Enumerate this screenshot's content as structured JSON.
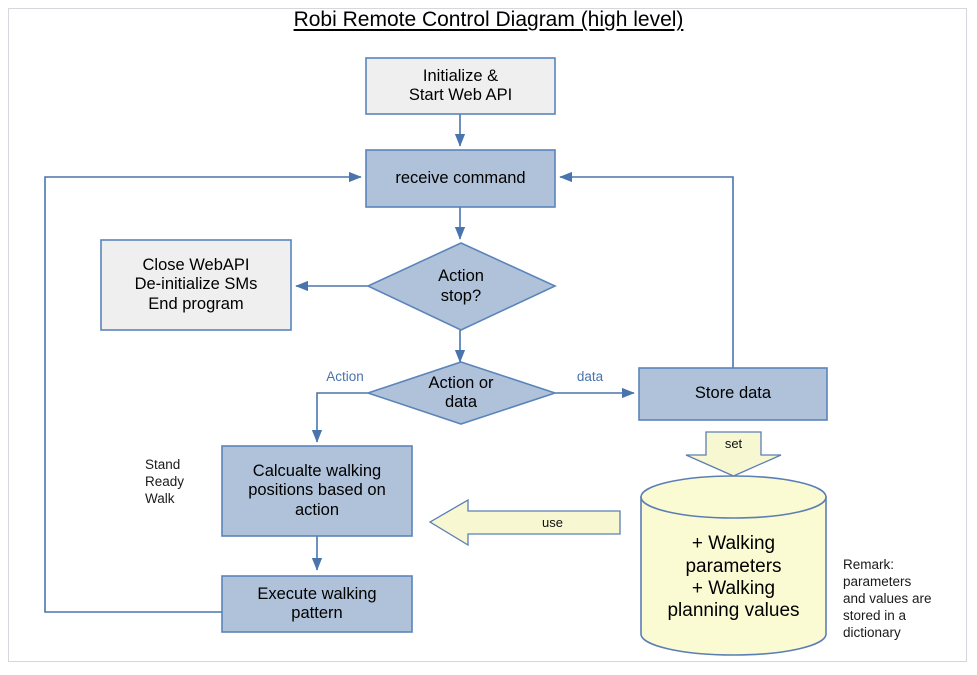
{
  "title": "Robi Remote Control Diagram (high level)",
  "colors": {
    "process_fill": "#afc2da",
    "terminal_fill": "#efefef",
    "node_stroke": "#5b84bb",
    "connector": "#4a74ad",
    "store_fill": "#fbfbd3",
    "store_stroke": "#5b7fb4",
    "edge_label": "#4a74ad",
    "page_border": "#d5d7dc",
    "text": "#000000"
  },
  "nodes": {
    "initialize": {
      "label": "Initialize &\nStart Web API",
      "shape": "process",
      "fill": "terminal"
    },
    "receive_command": {
      "label": "receive command",
      "shape": "process",
      "fill": "process"
    },
    "close_webapi": {
      "label": "Close WebAPI\nDe-initialize SMs\nEnd program",
      "shape": "process",
      "fill": "terminal"
    },
    "action_stop": {
      "label": "Action\nstop?",
      "shape": "decision",
      "fill": "process"
    },
    "action_or_data": {
      "label": "Action or\ndata",
      "shape": "decision",
      "fill": "process"
    },
    "store_data": {
      "label": "Store data",
      "shape": "process",
      "fill": "process"
    },
    "calculate_walking": {
      "label": "Calcualte walking\npositions based on\naction",
      "shape": "process",
      "fill": "process"
    },
    "execute_walking": {
      "label": "Execute walking\npattern",
      "shape": "process",
      "fill": "process"
    },
    "database": {
      "label": "+ Walking\nparameters\n+ Walking\nplanning values",
      "shape": "cylinder",
      "fill": "store"
    }
  },
  "edge_labels": {
    "action": "Action",
    "data": "data"
  },
  "block_arrows": {
    "set": "set",
    "use": "use"
  },
  "annotations": {
    "states": "Stand\nReady\nWalk",
    "remark": "Remark:\nparameters\nand values are\nstored in a\ndictionary"
  }
}
